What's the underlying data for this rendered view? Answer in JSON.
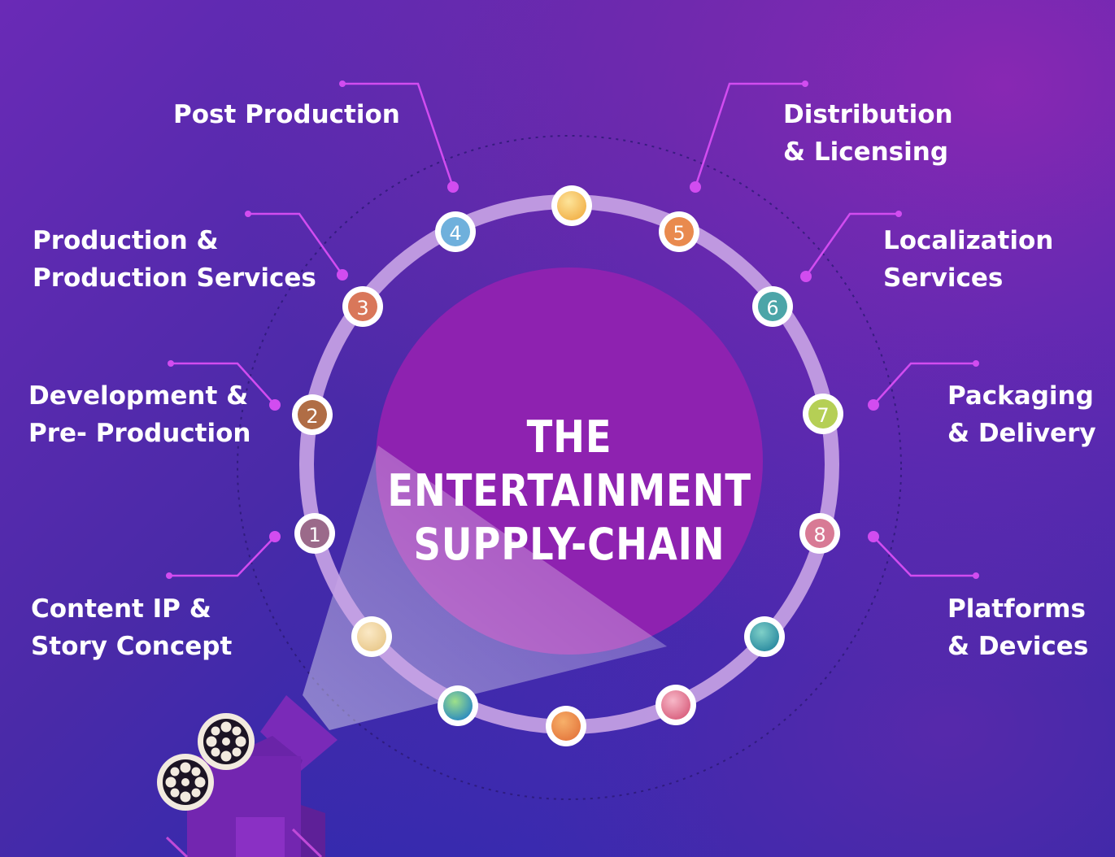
{
  "title": {
    "line1": "THE ENTERTAINMENT",
    "line2": "SUPPLY-CHAIN"
  },
  "stages": [
    {
      "number": "1",
      "line1": "Content IP &",
      "line2": "Story Concept",
      "color": "#9b6a8a"
    },
    {
      "number": "2",
      "line1": "Development &",
      "line2": "Pre- Production",
      "color": "#b06d45"
    },
    {
      "number": "3",
      "line1": "Production &",
      "line2": "Production Services",
      "color": "#d9775a"
    },
    {
      "number": "4",
      "line1": "Post Production",
      "line2": "",
      "color": "#6fb0dc"
    },
    {
      "number": "5",
      "line1": "Distribution",
      "line2": "& Licensing",
      "color": "#e98a4e"
    },
    {
      "number": "6",
      "line1": "Localization",
      "line2": "Services",
      "color": "#4ca5a8"
    },
    {
      "number": "7",
      "line1": "Packaging",
      "line2": "& Delivery",
      "color": "#b5cf55"
    },
    {
      "number": "8",
      "line1": "Platforms",
      "line2": "& Devices",
      "color": "#d87a95"
    }
  ],
  "colors": {
    "accent_magenta": "#d24cf0",
    "inner_circle": "#8e22b0",
    "ring": "#c9a4e6"
  },
  "icons": {
    "camera": "film-projector-icon"
  }
}
